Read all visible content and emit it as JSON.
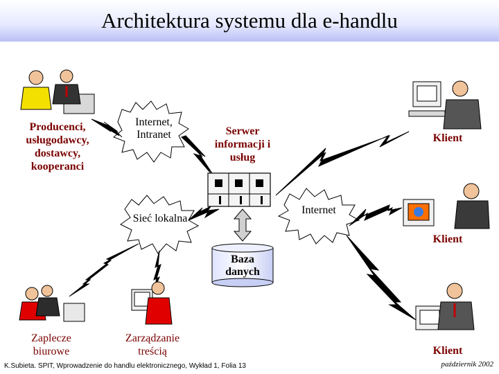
{
  "title": "Architektura systemu dla e-handlu",
  "nodes": {
    "producers": "Producenci, usługodawcy, dostawcy, kooperanci",
    "internet_intranet": "Internet, Intranet",
    "server": "Serwer informacji i usług",
    "client_top": "Klient",
    "lan": "Sieć lokalna",
    "internet": "Internet",
    "client_mid": "Klient",
    "database": "Baza danych",
    "back_office": "Zaplecze biurowe",
    "content_mgmt": "Zarządzanie treścią",
    "client_bottom": "Klient"
  },
  "footer": {
    "citation": "K.Subieta. SPIT, Wprowadzenie do handlu elektronicznego, Wykład 1, Folia 13",
    "date": "październik 2002"
  },
  "colors": {
    "label": "#7a0000",
    "title_band": "#b9bff5",
    "lightning": "#000000"
  }
}
